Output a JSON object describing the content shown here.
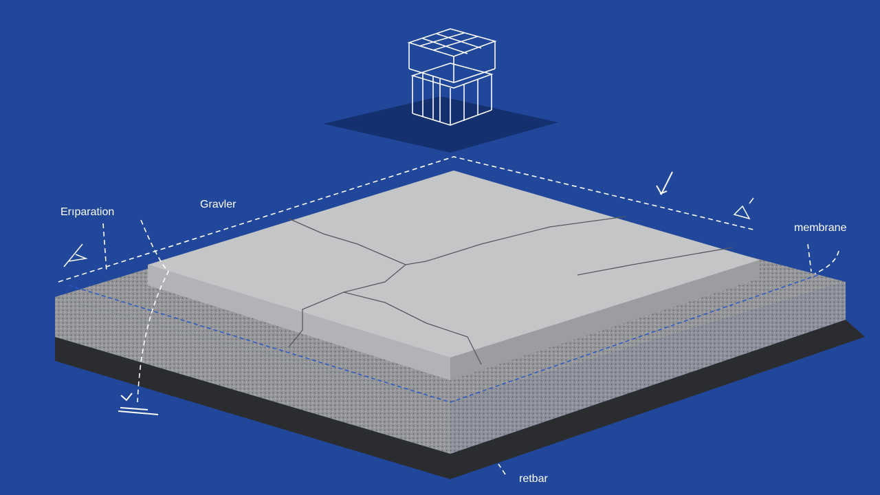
{
  "labels": {
    "separation": "Erıparation",
    "gravel": "Gravler",
    "membrane": "membrane",
    "rebar": "retbar"
  },
  "colors": {
    "background": "#21479a",
    "slab_top": "#c4c5c7",
    "gravel": "#8e8f92",
    "base_dark": "#2b2c2f",
    "line": "#ffffff"
  }
}
